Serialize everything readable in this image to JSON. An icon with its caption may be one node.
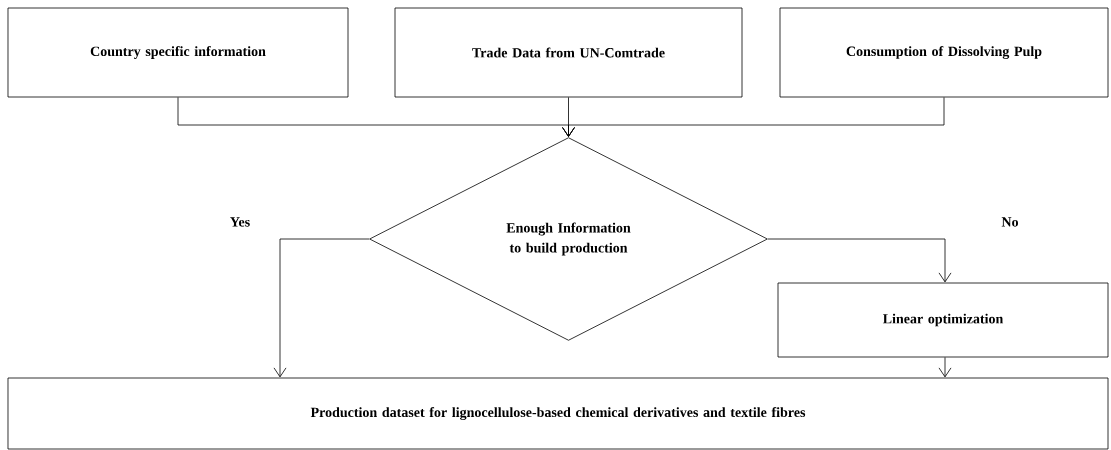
{
  "diagram": {
    "nodes": [
      {
        "text": [
          "Country specific information"
        ]
      },
      {
        "text": [
          "Trade Data from UN-Comtrade"
        ]
      },
      {
        "text": [
          "Consumption of Dissolving Pulp"
        ]
      },
      {
        "text": [
          "Enough Information to build production"
        ]
      },
      {
        "text": [
          "Linear optimization"
        ]
      },
      {
        "text": [
          "Production dataset for lignocellulose-based chemical derivatives and textile fibres"
        ]
      }
    ],
    "edges": [
      {
        "from": 0,
        "to": 3,
        "arrow": "to"
      },
      {
        "from": 1,
        "to": 3,
        "arrow": "to"
      },
      {
        "from": 2,
        "to": 3,
        "arrow": "to"
      },
      {
        "from": 3,
        "to": 5,
        "arrow": "to",
        "label": "Yes"
      },
      {
        "from": 3,
        "to": 4,
        "arrow": "to",
        "label": "No"
      },
      {
        "from": 4,
        "to": 5,
        "arrow": "to"
      }
    ]
  }
}
